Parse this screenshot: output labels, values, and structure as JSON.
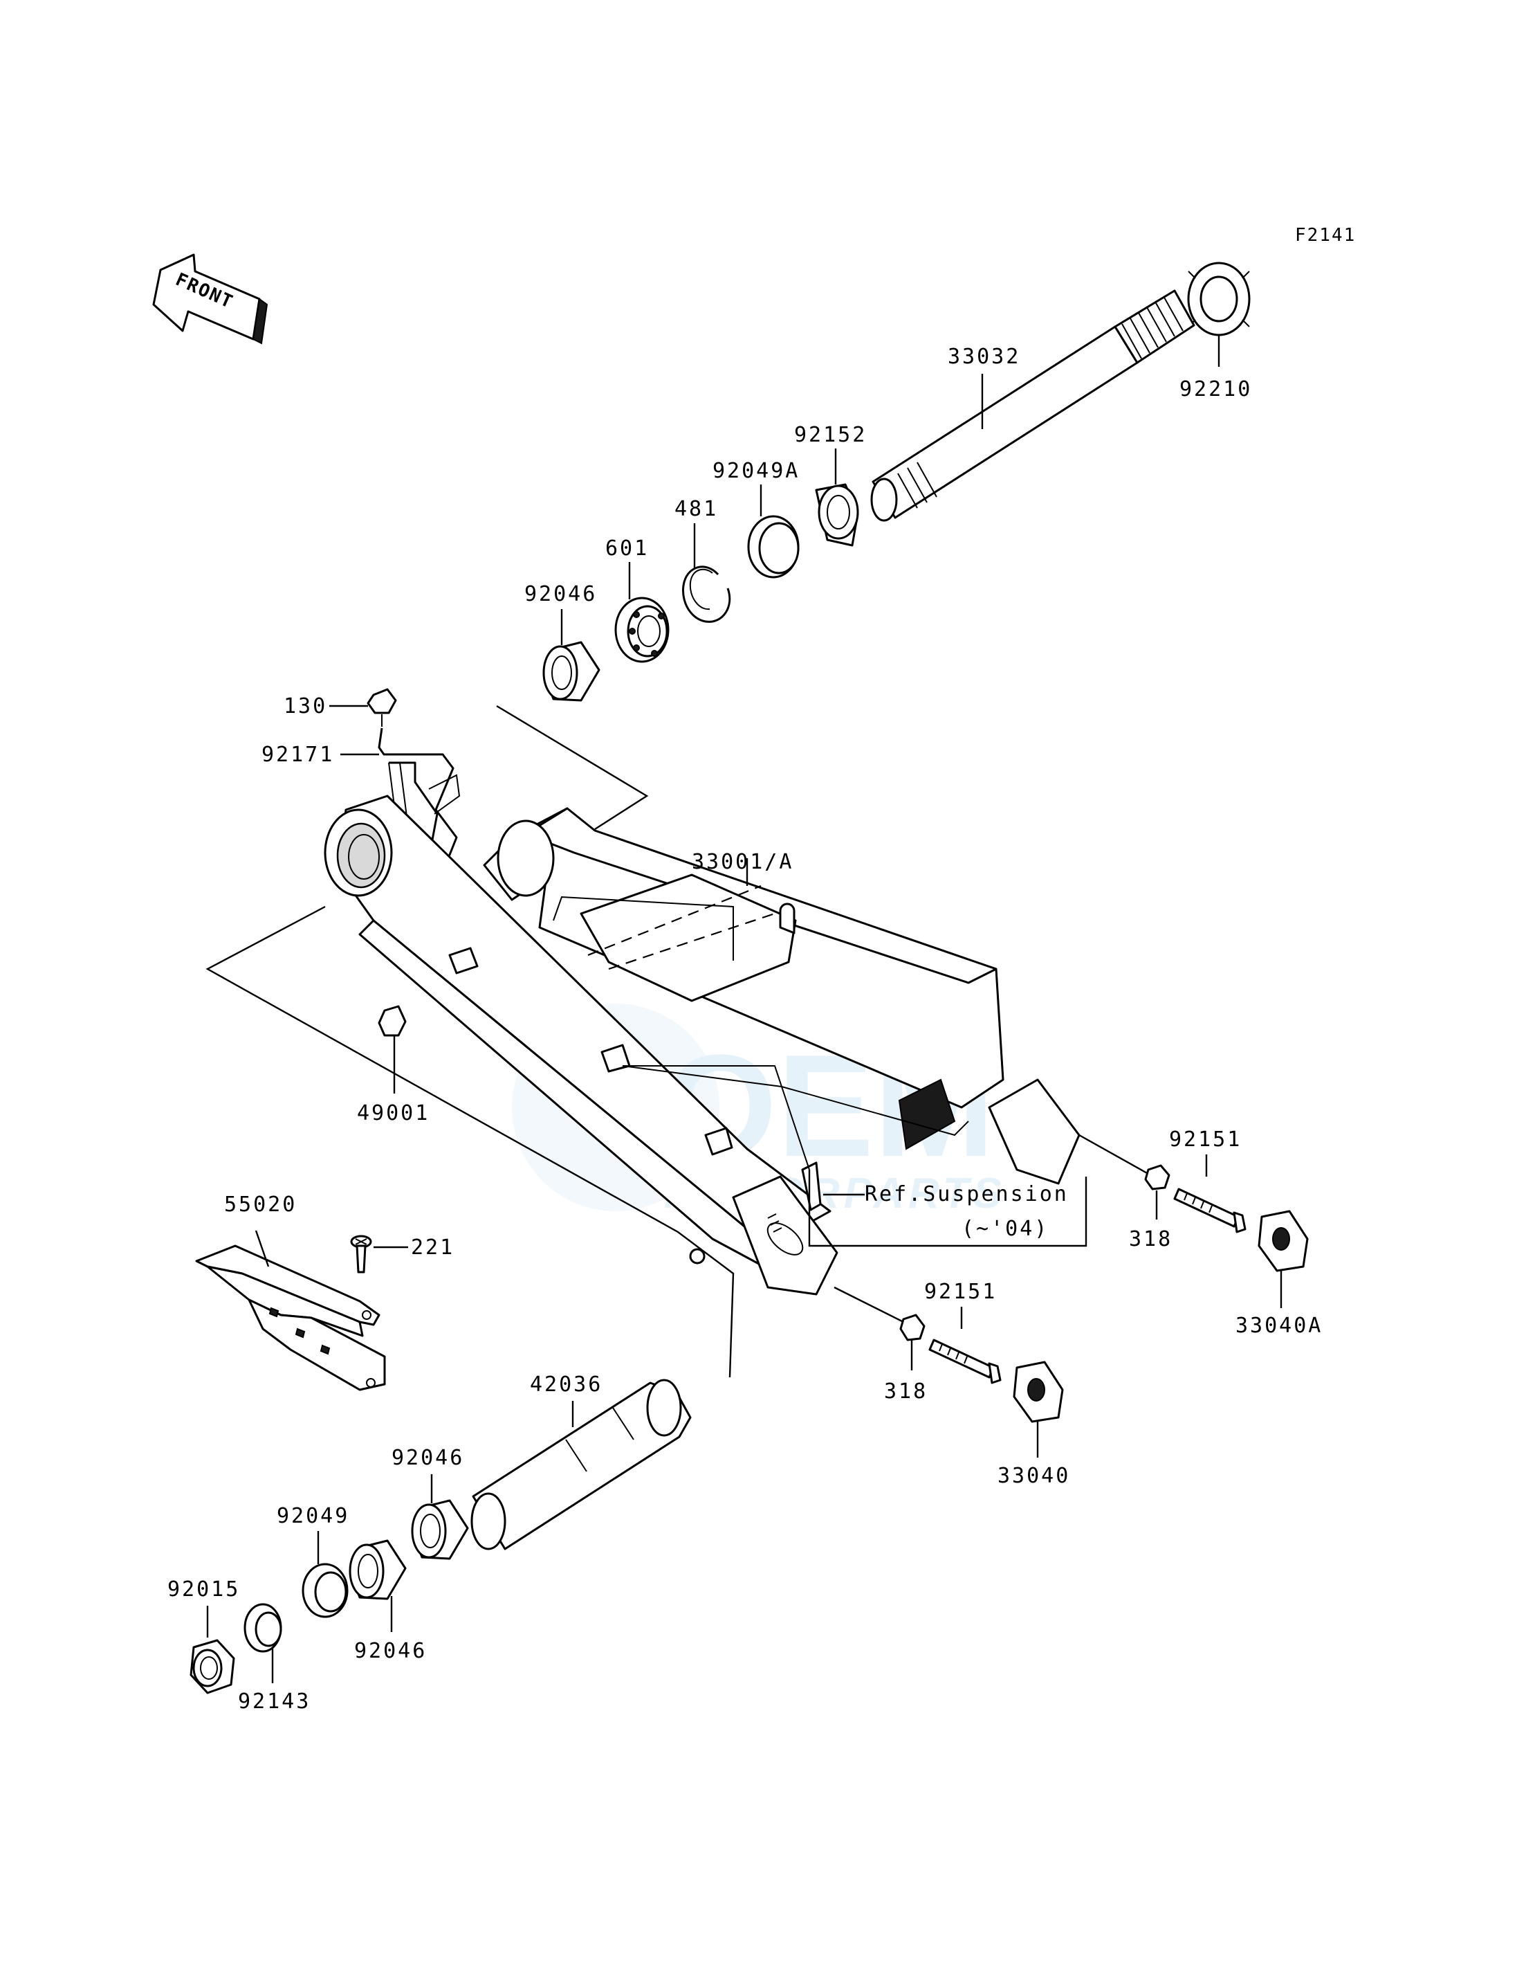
{
  "figure_code": "F2141",
  "front_arrow_label": "FRONT",
  "watermark": {
    "brand": "OEM",
    "sub": "MOTORPARTS",
    "color": "#cfe6f4"
  },
  "reference_note": {
    "line1": "Ref.Suspension",
    "line2": "(~'04)"
  },
  "parts": {
    "p33032": "33032",
    "p92210": "92210",
    "p92152": "92152",
    "p92049A": "92049A",
    "p481": "481",
    "p601": "601",
    "p92046_top": "92046",
    "p130": "130",
    "p92171": "92171",
    "p33001A": "33001/A",
    "p49001": "49001",
    "p92151_right": "92151",
    "p318_right": "318",
    "p33040A": "33040A",
    "p55020": "55020",
    "p221": "221",
    "p92151_mid": "92151",
    "p318_mid": "318",
    "p33040": "33040",
    "p42036": "42036",
    "p92046_mid": "92046",
    "p92049": "92049",
    "p92015": "92015",
    "p92046_low": "92046",
    "p92143": "92143"
  }
}
